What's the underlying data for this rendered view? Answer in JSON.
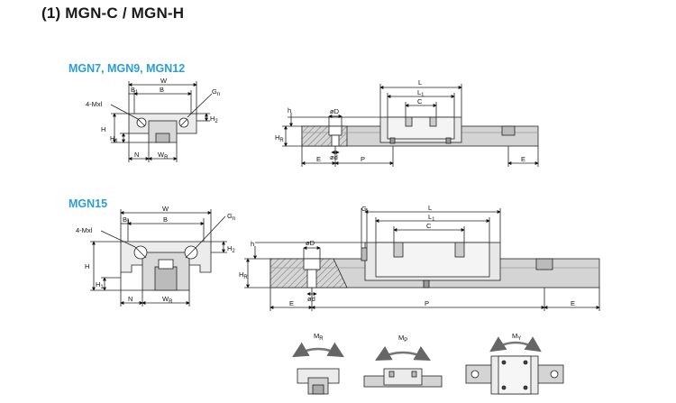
{
  "title": "(1) MGN-C / MGN-H",
  "colors": {
    "accent": "#2a9fd6",
    "line": "#222222",
    "block": "#d9d9d9",
    "rail": "#cfcfcf",
    "rail_dark": "#a8a8a8"
  },
  "section_small": {
    "heading": "MGN7, MGN9, MGN12",
    "front": {
      "W": "W",
      "B1": "B",
      "B1_sub": "1",
      "B": "B",
      "Gn": "G",
      "Gn_sub": "n",
      "Mxl": "4-Mxl",
      "H": "H",
      "H1": "H",
      "H1_sub": "1",
      "H2": "H",
      "H2_sub": "2",
      "N": "N",
      "WR": "W",
      "WR_sub": "R"
    },
    "side": {
      "L": "L",
      "L1": "L",
      "L1_sub": "1",
      "C": "C",
      "h": "h",
      "HR": "H",
      "HR_sub": "R",
      "phiD": "øD",
      "phid": "ød",
      "E_left": "E",
      "P": "P",
      "E_right": "E"
    }
  },
  "section_large": {
    "heading": "MGN15",
    "front": {
      "W": "W",
      "B1": "B",
      "B1_sub": "1",
      "B": "B",
      "Gn": "G",
      "Gn_sub": "n",
      "Mxl": "4-Mxl",
      "H": "H",
      "H1": "H",
      "H1_sub": "1",
      "H2": "H",
      "H2_sub": "2",
      "N": "N",
      "WR": "W",
      "WR_sub": "R"
    },
    "side": {
      "G": "G",
      "L": "L",
      "L1": "L",
      "L1_sub": "1",
      "C": "C",
      "h": "h",
      "HR": "H",
      "HR_sub": "R",
      "phiD": "øD",
      "phid": "ød",
      "E_left": "E",
      "P": "P",
      "E_right": "E"
    }
  },
  "moments": [
    {
      "label": "M",
      "sub": "R"
    },
    {
      "label": "M",
      "sub": "P"
    },
    {
      "label": "M",
      "sub": "Y"
    }
  ]
}
